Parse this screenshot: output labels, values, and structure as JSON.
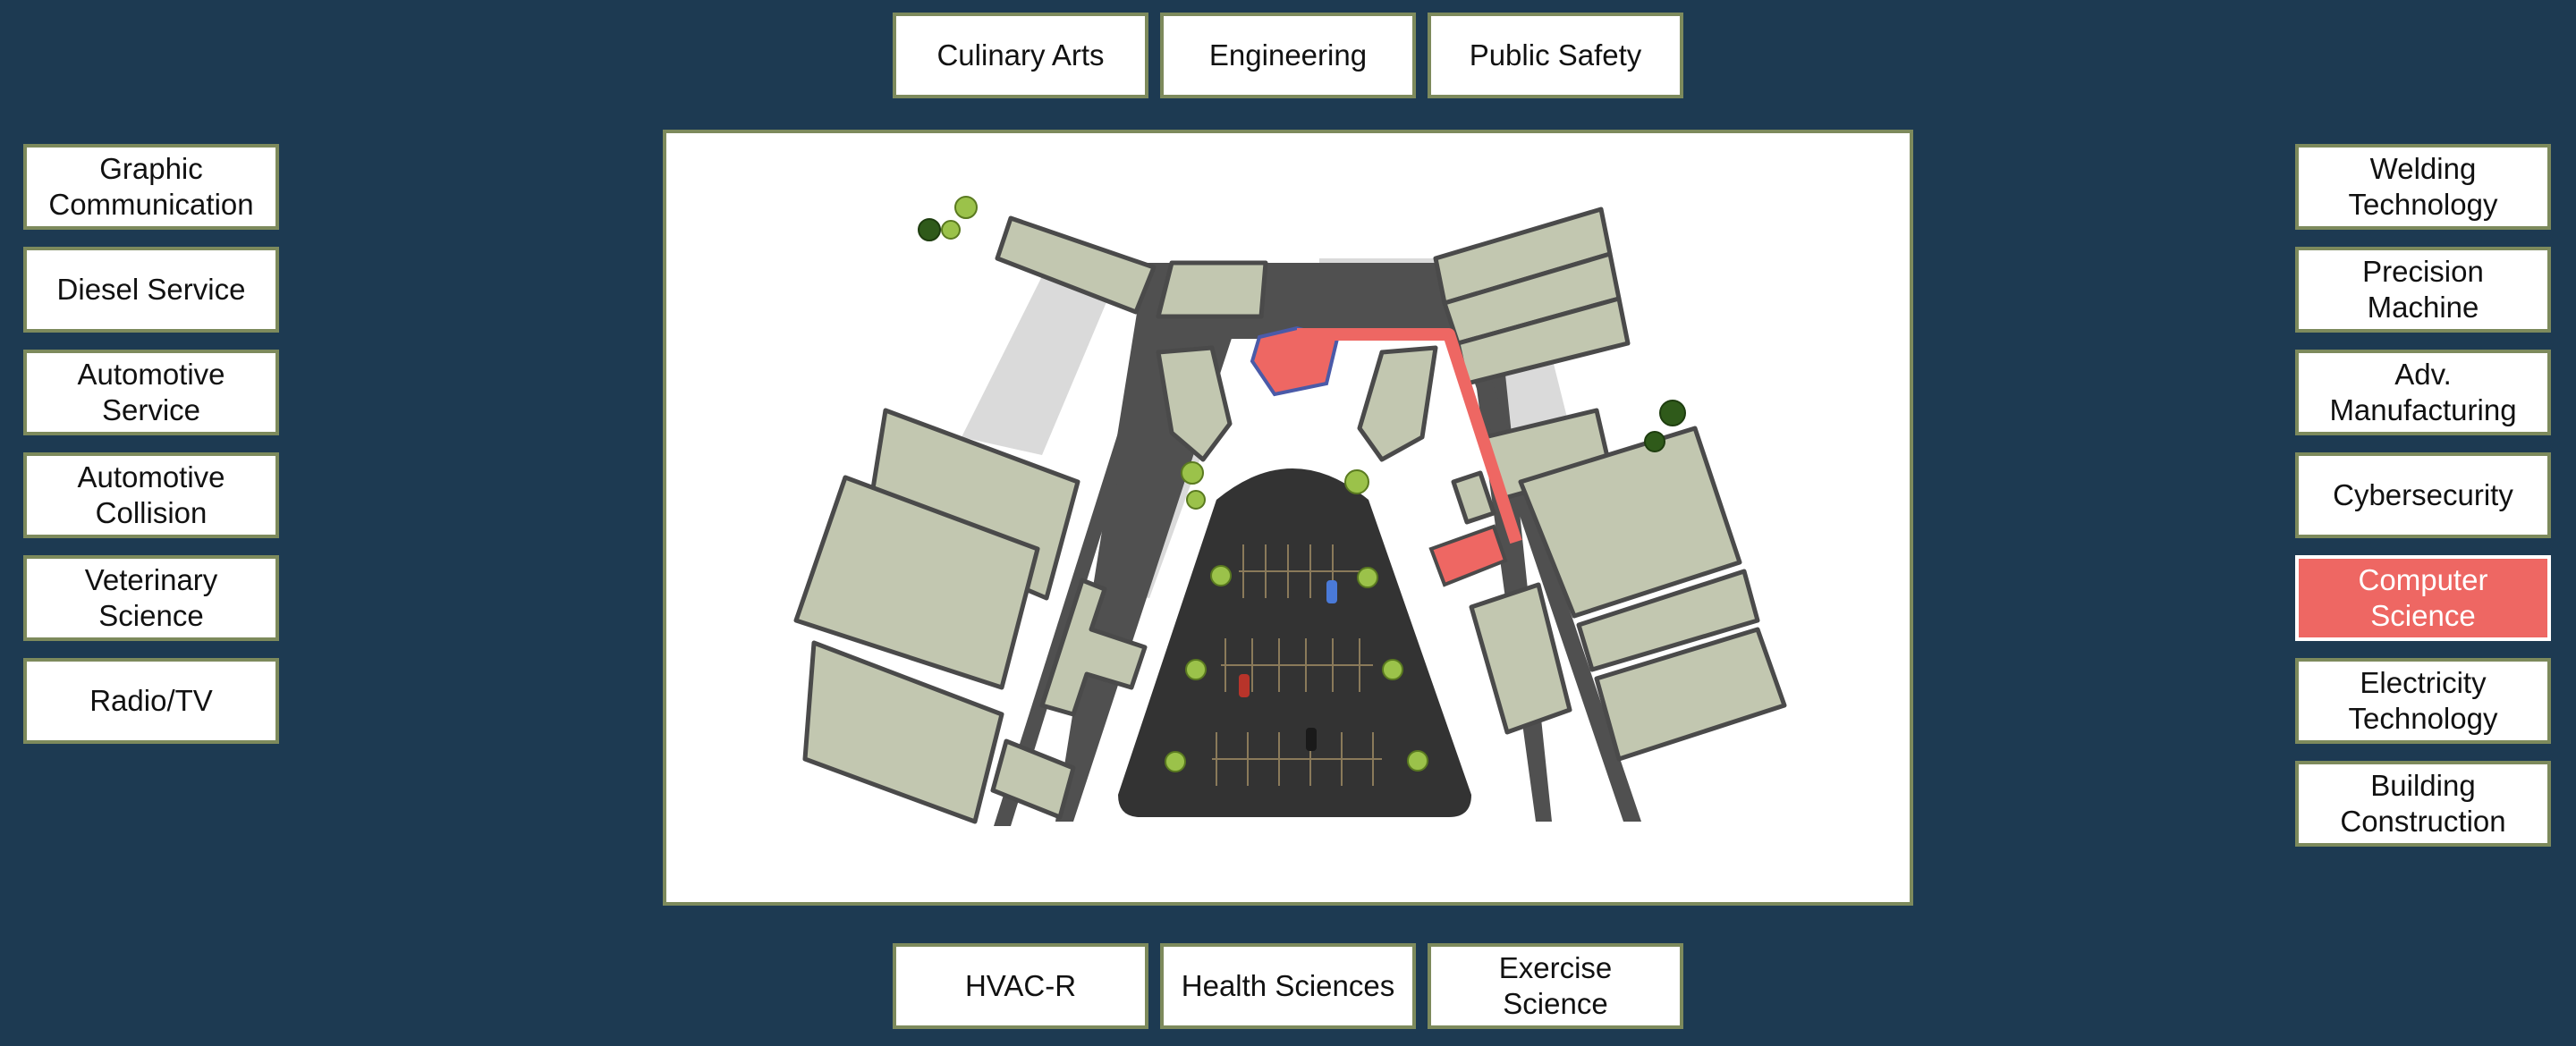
{
  "programs": {
    "top": [
      {
        "id": "culinary-arts",
        "label": "Culinary Arts"
      },
      {
        "id": "engineering",
        "label": "Engineering"
      },
      {
        "id": "public-safety",
        "label": "Public Safety"
      }
    ],
    "bottom": [
      {
        "id": "hvac-r",
        "label": "HVAC-R"
      },
      {
        "id": "health-sciences",
        "label": "Health Sciences"
      },
      {
        "id": "exercise-science",
        "label": "Exercise\nScience"
      }
    ],
    "left": [
      {
        "id": "graphic-communication",
        "label": "Graphic\nCommunication"
      },
      {
        "id": "diesel-service",
        "label": "Diesel Service"
      },
      {
        "id": "automotive-service",
        "label": "Automotive\nService"
      },
      {
        "id": "automotive-collision",
        "label": "Automotive\nCollision"
      },
      {
        "id": "veterinary-science",
        "label": "Veterinary\nScience"
      },
      {
        "id": "radio-tv",
        "label": "Radio/TV"
      }
    ],
    "right": [
      {
        "id": "welding-technology",
        "label": "Welding\nTechnology"
      },
      {
        "id": "precision-machine",
        "label": "Precision\nMachine"
      },
      {
        "id": "adv-manufacturing",
        "label": "Adv.\nManufacturing"
      },
      {
        "id": "cybersecurity",
        "label": "Cybersecurity"
      },
      {
        "id": "computer-science",
        "label": "Computer\nScience"
      },
      {
        "id": "electricity-technology",
        "label": "Electricity\nTechnology"
      },
      {
        "id": "building-construction",
        "label": "Building\nConstruction"
      }
    ]
  },
  "selected_program": "computer-science",
  "colors": {
    "background": "#1d3a52",
    "button_border": "#7d8a5c",
    "highlight": "#ee6763",
    "building": "#c2c7b0",
    "building_outline": "#4a4a4a",
    "road": "#505050",
    "parking": "#333333",
    "walkway": "#dadada",
    "tree": "#9bc24a"
  }
}
